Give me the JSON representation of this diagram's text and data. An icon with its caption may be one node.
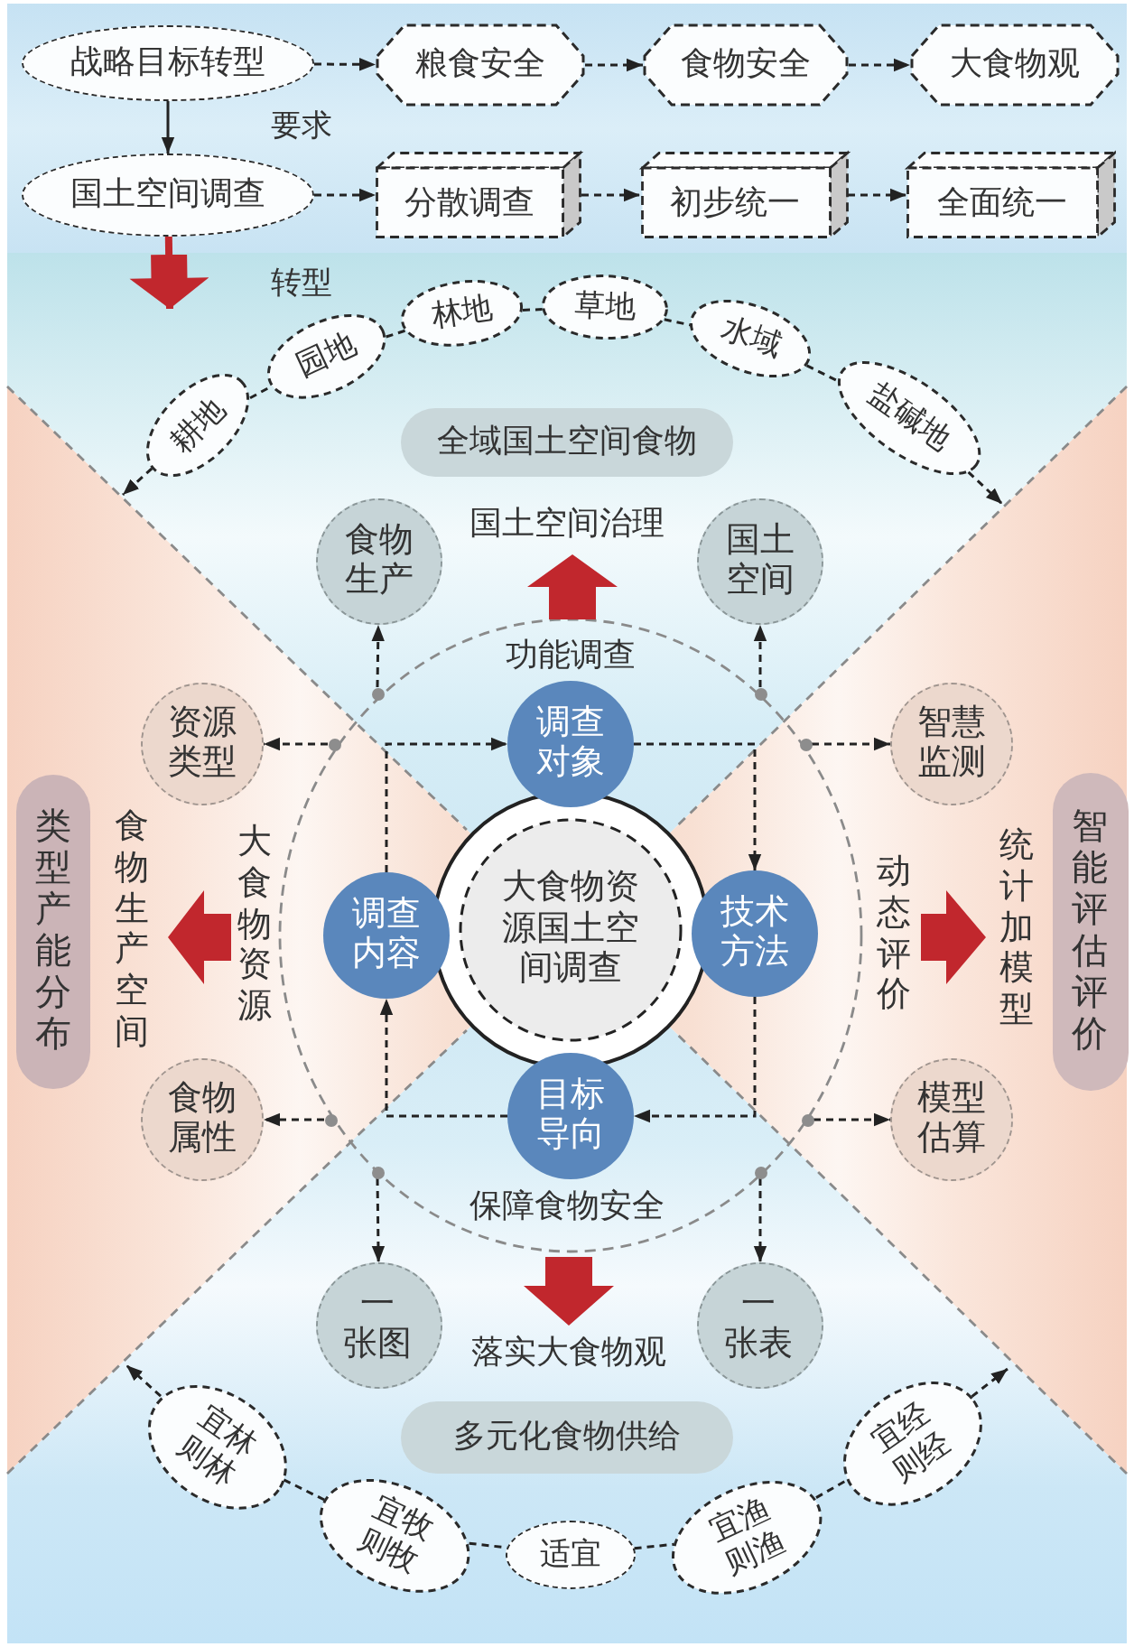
{
  "diagram": {
    "nodes": [
      {
        "text": [
          "战略目标转型"
        ]
      },
      {
        "text": [
          "粮食安全"
        ]
      },
      {
        "text": [
          "食物安全"
        ]
      },
      {
        "text": [
          "大食物观"
        ]
      },
      {
        "text": [
          "国土空间调查"
        ]
      },
      {
        "text": [
          "分散调查"
        ]
      },
      {
        "text": [
          "初步统一"
        ]
      },
      {
        "text": [
          "全面统一"
        ]
      },
      {
        "text": [
          "耕地"
        ]
      },
      {
        "text": [
          "园地"
        ]
      },
      {
        "text": [
          "林地"
        ]
      },
      {
        "text": [
          "草地"
        ]
      },
      {
        "text": [
          "水域"
        ]
      },
      {
        "text": [
          "盐碱地"
        ]
      },
      {
        "text": [
          "全域国土空间食物"
        ]
      },
      {
        "text": [
          "食物生产"
        ]
      },
      {
        "text": [
          "国土空间"
        ]
      },
      {
        "text": [],
        "shape": "dot"
      },
      {
        "text": [],
        "shape": "dot"
      },
      {
        "text": [
          "资源类型"
        ]
      },
      {
        "text": [],
        "shape": "dot"
      },
      {
        "text": [
          "调查对象"
        ]
      },
      {
        "text": [],
        "shape": "dot"
      },
      {
        "text": [
          "智慧监测"
        ]
      },
      {
        "text": [
          "类型产能分布"
        ]
      },
      {
        "text": [
          "调查内容"
        ]
      },
      {
        "text": [
          "大食物资源国土空间调查"
        ]
      },
      {
        "text": [
          "技术方法"
        ]
      },
      {
        "text": [
          "智能评估评价"
        ]
      },
      {
        "text": [
          "食物属性"
        ]
      },
      {
        "text": [],
        "shape": "dot"
      },
      {
        "text": [
          "目标导向"
        ]
      },
      {
        "text": [],
        "shape": "dot"
      },
      {
        "text": [
          "模型估算"
        ]
      },
      {
        "text": [],
        "shape": "dot"
      },
      {
        "text": [],
        "shape": "dot"
      },
      {
        "text": [
          "一张图"
        ]
      },
      {
        "text": [
          "一张表"
        ]
      },
      {
        "text": [
          "多元化食物供给"
        ]
      },
      {
        "text": [
          "宜林则林"
        ]
      },
      {
        "text": [
          "宜牧则牧"
        ]
      },
      {
        "text": [
          "适宜"
        ]
      },
      {
        "text": [
          "宜渔则渔"
        ]
      },
      {
        "text": [
          "宜经则经"
        ]
      }
    ],
    "edges": [
      {
        "from": 0,
        "to": 1,
        "arrow": "to",
        "style": "dashed"
      },
      {
        "from": 1,
        "to": 2,
        "arrow": "to",
        "style": "dashed"
      },
      {
        "from": 2,
        "to": 3,
        "arrow": "to",
        "style": "dashed"
      },
      {
        "from": 0,
        "to": 4,
        "arrow": "to",
        "label": "要求"
      },
      {
        "from": 4,
        "to": 5,
        "arrow": "to",
        "style": "dashed"
      },
      {
        "from": 5,
        "to": 6,
        "arrow": "to",
        "style": "dashed"
      },
      {
        "from": 6,
        "to": 7,
        "arrow": "to",
        "style": "dashed"
      },
      {
        "from": 8,
        "to": null,
        "arrow": "to",
        "style": "dashed"
      },
      {
        "from": 8,
        "to": 9,
        "arrow": "none",
        "style": "dashed"
      },
      {
        "from": 9,
        "to": 10,
        "arrow": "none",
        "style": "dashed"
      },
      {
        "from": 10,
        "to": 11,
        "arrow": "none",
        "style": "dashed"
      },
      {
        "from": 11,
        "to": 12,
        "arrow": "none",
        "style": "dashed"
      },
      {
        "from": 12,
        "to": 13,
        "arrow": "none",
        "style": "dashed"
      },
      {
        "from": 13,
        "to": null,
        "arrow": "to",
        "style": "dashed"
      },
      {
        "from": 17,
        "to": 15,
        "arrow": "to",
        "style": "dashed"
      },
      {
        "from": 18,
        "to": 16,
        "arrow": "to",
        "style": "dashed"
      },
      {
        "from": 20,
        "to": 19,
        "arrow": "to",
        "style": "dashed"
      },
      {
        "from": 22,
        "to": 23,
        "arrow": "to",
        "style": "dashed"
      },
      {
        "from": 30,
        "to": 29,
        "arrow": "to",
        "style": "dashed"
      },
      {
        "from": 32,
        "to": 33,
        "arrow": "to",
        "style": "dashed"
      },
      {
        "from": 34,
        "to": 36,
        "arrow": "to",
        "style": "dashed"
      },
      {
        "from": 35,
        "to": 37,
        "arrow": "to",
        "style": "dashed"
      },
      {
        "from": 21,
        "to": 27,
        "arrow": "to",
        "style": "dashed"
      },
      {
        "from": 27,
        "to": 31,
        "arrow": "to",
        "style": "dashed"
      },
      {
        "from": 31,
        "to": 25,
        "arrow": "to",
        "style": "dashed"
      },
      {
        "from": 25,
        "to": 21,
        "arrow": "to",
        "style": "dashed"
      },
      {
        "from": 39,
        "to": null,
        "arrow": "to",
        "style": "dashed"
      },
      {
        "from": 39,
        "to": 40,
        "arrow": "none",
        "style": "dashed"
      },
      {
        "from": 40,
        "to": 41,
        "arrow": "none",
        "style": "dashed"
      },
      {
        "from": 41,
        "to": 42,
        "arrow": "none",
        "style": "dashed"
      },
      {
        "from": 42,
        "to": 43,
        "arrow": "none",
        "style": "dashed"
      },
      {
        "from": 43,
        "to": null,
        "arrow": "to",
        "style": "dashed"
      },
      {
        "from": 4,
        "to": null,
        "arrow": "to",
        "label": "转型",
        "style": "thick",
        "color": "#c1272d"
      }
    ],
    "labels": [
      "国土空间治理",
      "功能调查",
      "食物生产空间",
      "大食物资源",
      "动态评价",
      "统计加模型",
      "保障食物安全",
      "落实大食物观"
    ]
  }
}
